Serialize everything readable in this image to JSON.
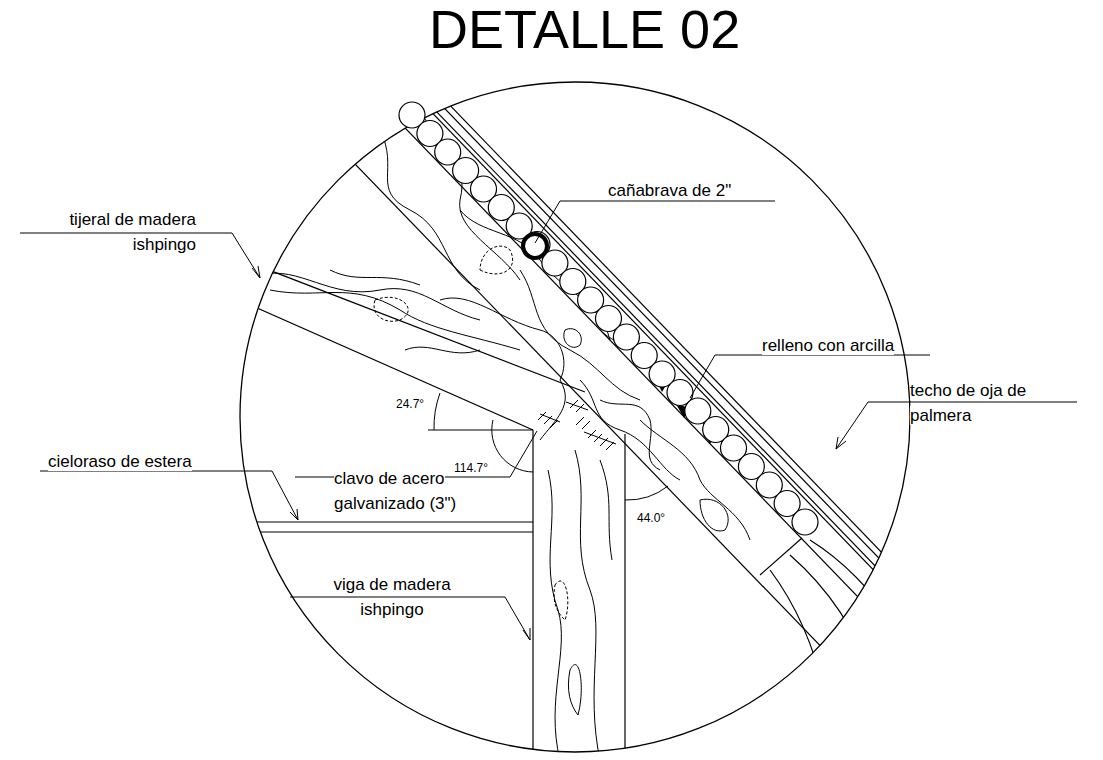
{
  "diagram": {
    "title": "DETALLE 02",
    "labels": [
      "tijeral de madera ishpingo",
      "cañabrava de 2\"",
      "relleno con arcilla",
      "techo de oja de palmera",
      "cieloraso de estera",
      "clavo de acero galvanizado (3\")",
      "viga de madera ishpingo",
      "24.7°",
      "114.7°",
      "44.0°"
    ]
  }
}
